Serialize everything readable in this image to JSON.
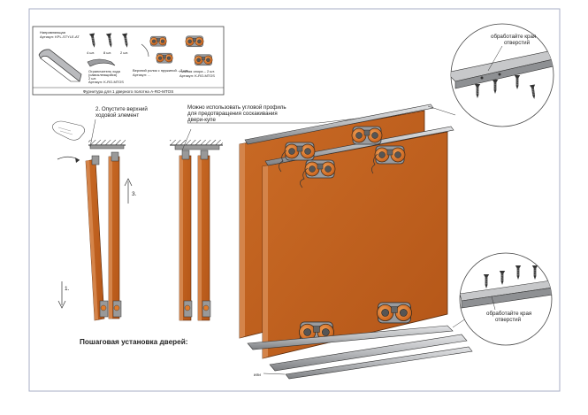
{
  "kit_box": {
    "profile_name_lines": [
      "Направляющая",
      "Артикул: KPL-STYLE-AT"
    ],
    "screw_counts": [
      "4 шт.",
      "8 шт.",
      "2 шт."
    ],
    "bracket_caption_lines": [
      "Ограничитель хода",
      "(самоклеящийся)",
      "2 шт.",
      "Артикул: K-RO-MTOS"
    ],
    "roller_caption_lines": [
      "Верхний ролик с пружиной – 2 шт.",
      "Артикул: ..."
    ],
    "lower_caption_lines": [
      "Нижняя опора – 2 шт.",
      "Артикул: K-RO-MTOS"
    ],
    "footer": "Фурнитура для 1 дверного полотна A-RO-MTOS"
  },
  "labels": {
    "step2_line1": "2. Опустите верхний",
    "step2_line2": "ходовой элемент",
    "corner_line1": "Можно использовать угловой профиль",
    "corner_line2": "для предотвращения соскакивания",
    "corner_line3": "двери-купе",
    "edge_top_line1": "обработайте края",
    "edge_top_line2": "отверстий",
    "edge_bottom_line1": "обработайте края",
    "edge_bottom_line2": "отверстий",
    "step1": "1.",
    "step3": "3.",
    "or": "или",
    "title": "Пошаговая установка дверей:"
  },
  "colors": {
    "door": "#c4621f",
    "door_edge": "#d4844a",
    "door_dark": "#a94f16",
    "rail": "#bfc0c2",
    "rail_dark": "#7f8184",
    "roller_plate": "#9a9b9e",
    "roller_wheel": "#e07b2a",
    "frame": "#a7aec5"
  }
}
